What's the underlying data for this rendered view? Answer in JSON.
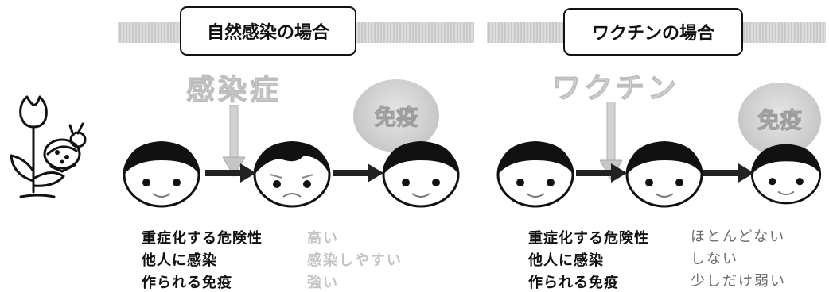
{
  "natural": {
    "title": "自然感染の場合",
    "trigger": "感染症",
    "immunity": "免疫",
    "rows": [
      {
        "label": "重症化する危険性",
        "value": "高い"
      },
      {
        "label": "他人に感染",
        "value": "感染しやすい"
      },
      {
        "label": "作られる免疫",
        "value": "強い"
      }
    ]
  },
  "vaccine": {
    "title": "ワクチンの場合",
    "trigger": "ワクチン",
    "immunity": "免疫",
    "rows": [
      {
        "label": "重症化する危険性",
        "value": "ほとんどない"
      },
      {
        "label": "他人に感染",
        "value": "しない"
      },
      {
        "label": "作られる免疫",
        "value": "少しだけ弱い"
      }
    ]
  }
}
